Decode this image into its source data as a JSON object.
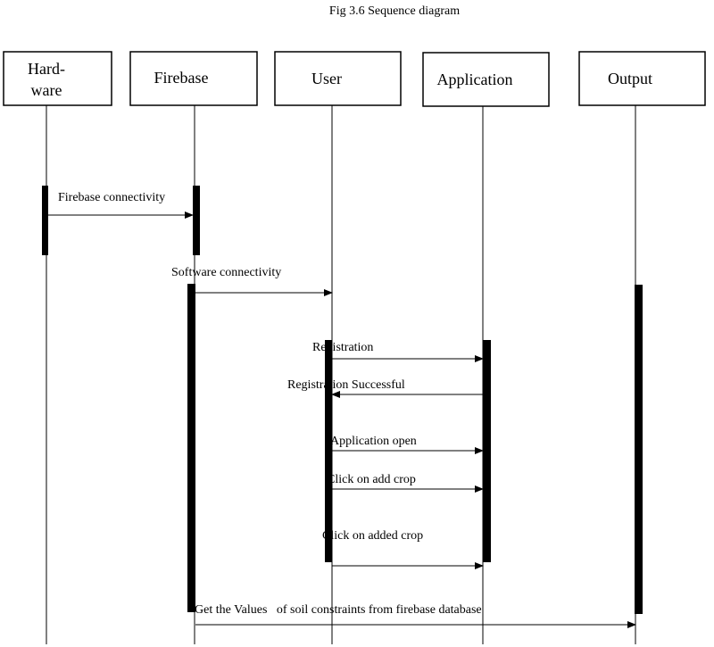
{
  "title": "Fig 3.6 Sequence diagram",
  "actors": [
    {
      "id": "hardware",
      "lines": [
        "Hard-",
        "ware"
      ]
    },
    {
      "id": "firebase",
      "lines": [
        "Firebase"
      ]
    },
    {
      "id": "user",
      "lines": [
        "User"
      ]
    },
    {
      "id": "application",
      "lines": [
        "Application"
      ]
    },
    {
      "id": "output",
      "lines": [
        "Output"
      ]
    }
  ],
  "messages": [
    {
      "id": "firebase-connectivity",
      "from": "hardware",
      "to": "firebase",
      "label": "Firebase connectivity"
    },
    {
      "id": "software-connectivity",
      "from": "firebase",
      "to": "user",
      "label": "Software connectivity"
    },
    {
      "id": "registration",
      "from": "user",
      "to": "application",
      "label": "Registration"
    },
    {
      "id": "registration-successful",
      "from": "application",
      "to": "user",
      "label": "Registration Successful"
    },
    {
      "id": "application-open",
      "from": "user",
      "to": "application",
      "label": "Application open"
    },
    {
      "id": "click-on-add-crop",
      "from": "user",
      "to": "application",
      "label": "Click on add crop"
    },
    {
      "id": "click-on-added-crop",
      "from": "user",
      "to": "application",
      "label": "Click on added crop"
    },
    {
      "id": "get-soil-values",
      "from": "firebase",
      "to": "output",
      "label": "Get the Values   of soil constraints from firebase database"
    }
  ]
}
